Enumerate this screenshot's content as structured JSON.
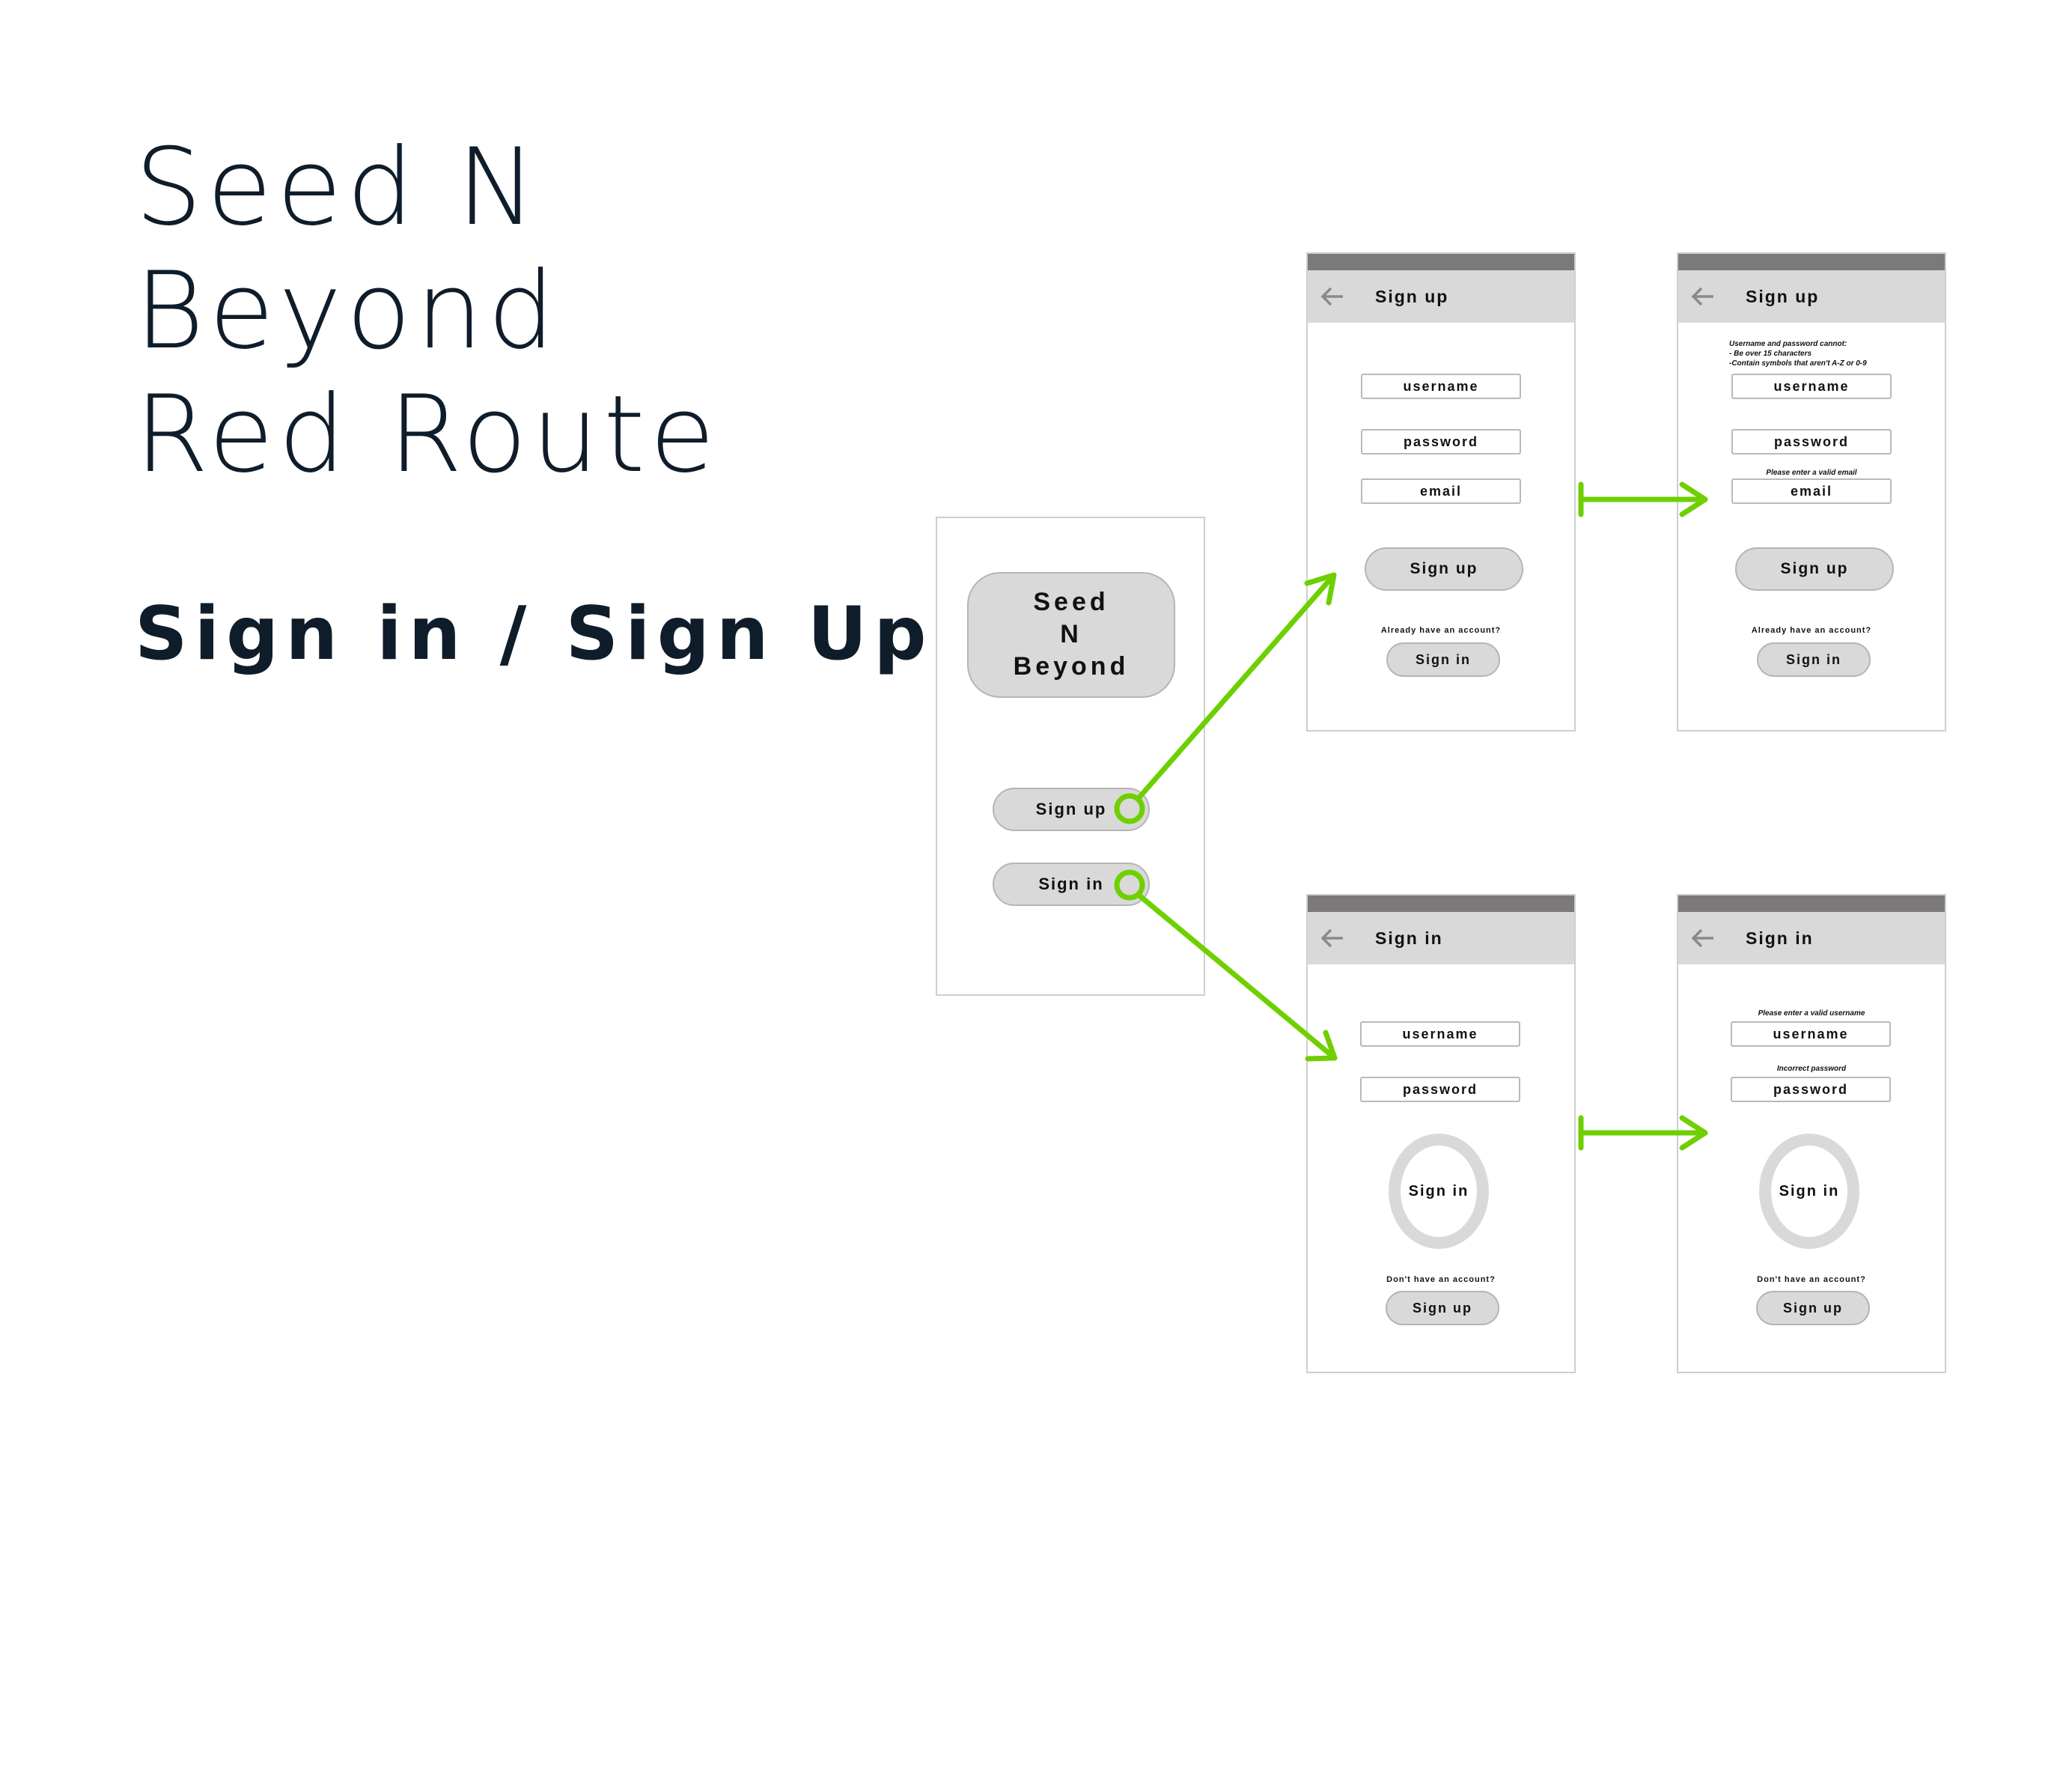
{
  "title": {
    "line1": "Seed N",
    "line2": "Beyond",
    "line3": "Red Route"
  },
  "subtitle": "Sign in / Sign Up",
  "colors": {
    "arrow": "#6fcf00",
    "statusbar": "#7b7979",
    "appbar": "#d9d9d9",
    "button": "#d9d9d9",
    "text": "#0f1d2b"
  },
  "home": {
    "logo": {
      "line1": "Seed",
      "line2": "N",
      "line3": "Beyond"
    },
    "signup_button": "Sign up",
    "signin_button": "Sign in"
  },
  "signup_screen": {
    "header": "Sign up",
    "back_icon": "arrow-left-icon",
    "username": "username",
    "password": "password",
    "email": "email",
    "submit": "Sign up",
    "prompt": "Already have an account?",
    "alt_button": "Sign in"
  },
  "signup_error_screen": {
    "header": "Sign up",
    "rules_title": "Username  and password cannot:",
    "rule1": "- Be over 15 characters",
    "rule2": "-Contain symbols that aren't A-Z or 0-9",
    "username": "username",
    "password": "password",
    "email_error": "Please enter a valid email",
    "email": "email",
    "submit": "Sign up",
    "prompt": "Already have an account?",
    "alt_button": "Sign in"
  },
  "signin_screen": {
    "header": "Sign in",
    "username": "username",
    "password": "password",
    "submit": "Sign in",
    "prompt": "Don't  have an account?",
    "alt_button": "Sign up"
  },
  "signin_error_screen": {
    "header": "Sign in",
    "username_error": "Please enter a valid username",
    "username": "username",
    "password_error": "Incorrect password",
    "password": "password",
    "submit": "Sign in",
    "prompt": "Don't  have an account?",
    "alt_button": "Sign up"
  }
}
